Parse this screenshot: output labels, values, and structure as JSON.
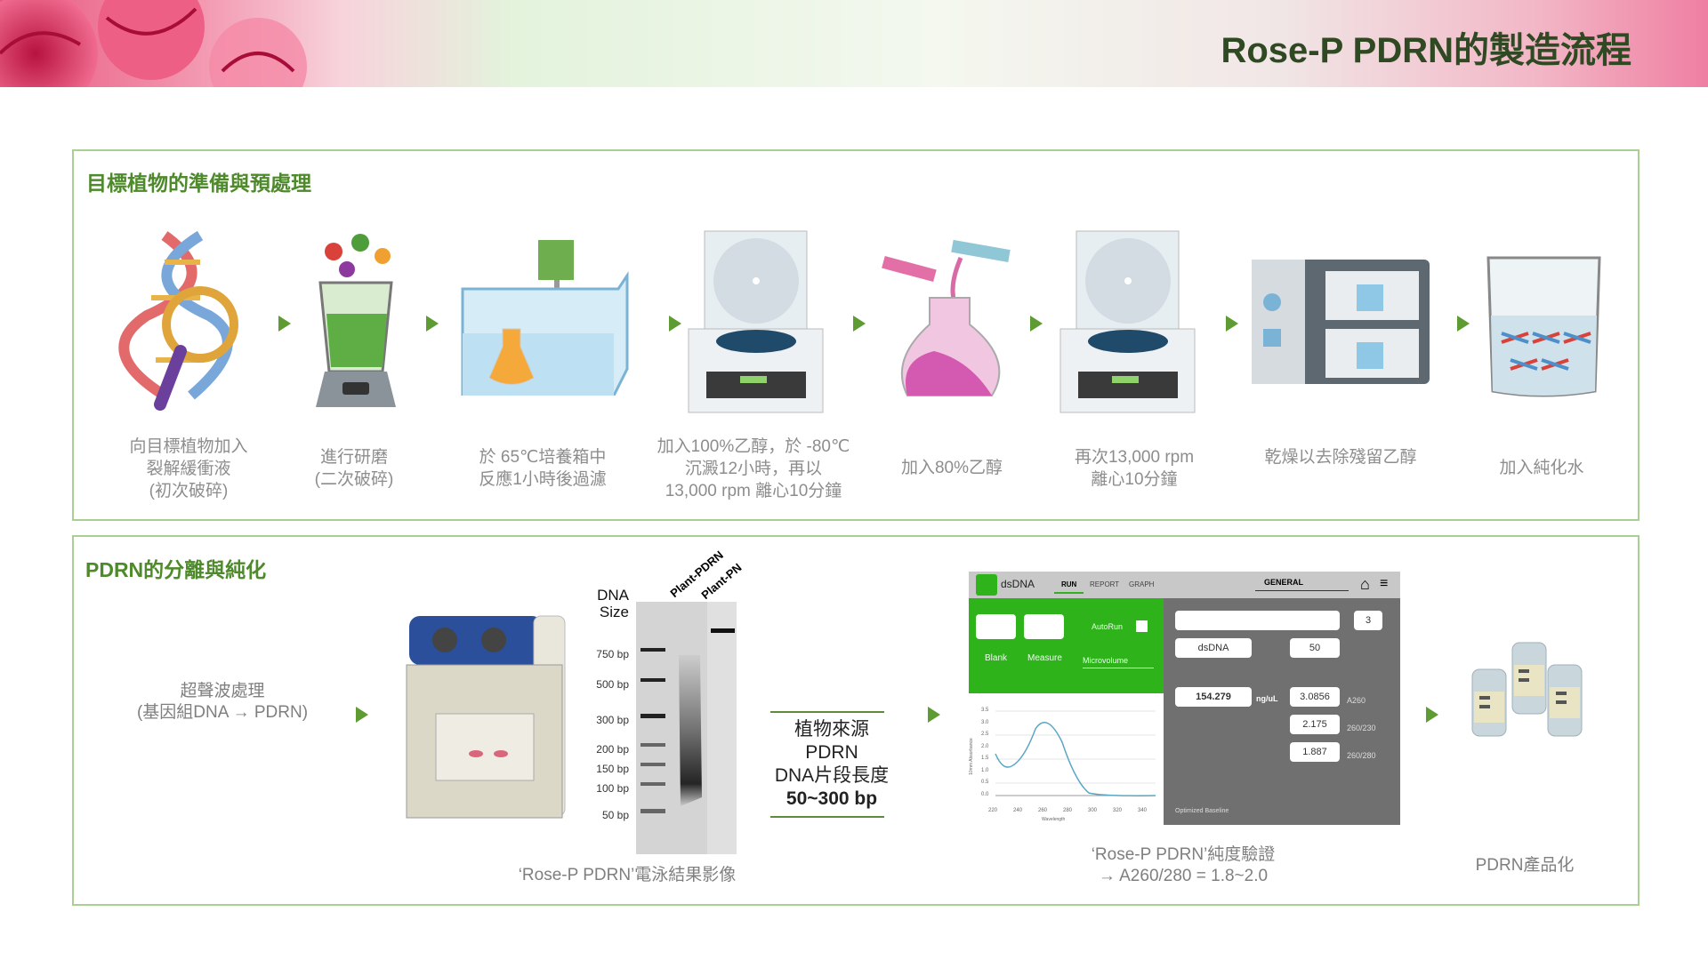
{
  "header": {
    "title": "Rose-P PDRN的製造流程"
  },
  "section1": {
    "title": "目標植物的準備與預處理",
    "steps": [
      {
        "icon": "dna-magnifier-icon",
        "lines": [
          "向目標植物加入",
          "裂解緩衝液",
          "(初次破碎)"
        ]
      },
      {
        "icon": "blender-icon",
        "lines": [
          "進行研磨",
          "(二次破碎)"
        ]
      },
      {
        "icon": "water-bath-icon",
        "lines": [
          "於 65℃培養箱中",
          "反應1小時後過濾"
        ]
      },
      {
        "icon": "centrifuge-icon",
        "lines": [
          "加入100%乙醇，於 -80℃",
          "沉澱12小時，再以",
          "13,000 rpm 離心10分鐘"
        ]
      },
      {
        "icon": "flask-pour-icon",
        "lines": [
          "加入80%乙醇"
        ]
      },
      {
        "icon": "centrifuge-icon",
        "lines": [
          "再次13,000 rpm",
          "離心10分鐘"
        ]
      },
      {
        "icon": "drying-oven-icon",
        "lines": [
          "乾燥以去除殘留乙醇"
        ]
      },
      {
        "icon": "beaker-dna-icon",
        "lines": [
          "加入純化水"
        ]
      }
    ]
  },
  "section2": {
    "title": "PDRN的分離與純化",
    "ultrasound": [
      "超聲波處理",
      "(基因組DNA → PDRN)"
    ],
    "gel": {
      "size_label": [
        "DNA",
        "Size"
      ],
      "lanes": [
        "Plant-PDRN",
        "Plant-PN"
      ],
      "ladder": [
        "750 bp",
        "500 bp",
        "300 bp",
        "200 bp",
        "150 bp",
        "100 bp",
        "50 bp"
      ],
      "caption": "‘Rose-P PDRN’電泳結果影像"
    },
    "fragment": {
      "lines": [
        "植物來源",
        "PDRN",
        "DNA片段長度"
      ],
      "range": "50~300 bp"
    },
    "instrument": {
      "app": "dsDNA",
      "tabs": [
        "RUN",
        "REPORT",
        "GRAPH"
      ],
      "mode": "GENERAL",
      "buttons": [
        "Blank",
        "Measure"
      ],
      "autorun": "AutoRun",
      "volume": "Microvolume",
      "sample_count": "3",
      "sample_type": "dsDNA",
      "factor": "50",
      "concentration": "154.279",
      "unit": "ng/uL",
      "results": [
        {
          "value": "3.0856",
          "label": "A260"
        },
        {
          "value": "2.175",
          "label": "260/230"
        },
        {
          "value": "1.887",
          "label": "260/280"
        }
      ],
      "baseline": "Optimized Baseline",
      "chart": {
        "ylabel": "10mm Absorbance",
        "xlabel": "Wavelength",
        "yticks": [
          "3.5",
          "3.0",
          "2.5",
          "2.0",
          "1.5",
          "1.0",
          "0.5",
          "0.0"
        ],
        "xticks": [
          "220",
          "240",
          "260",
          "280",
          "300",
          "320",
          "340"
        ]
      }
    },
    "purity_caption": [
      "‘Rose-P PDRN’純度驗證",
      "→ A260/280 = 1.8~2.0"
    ],
    "product_caption": "PDRN產品化"
  }
}
